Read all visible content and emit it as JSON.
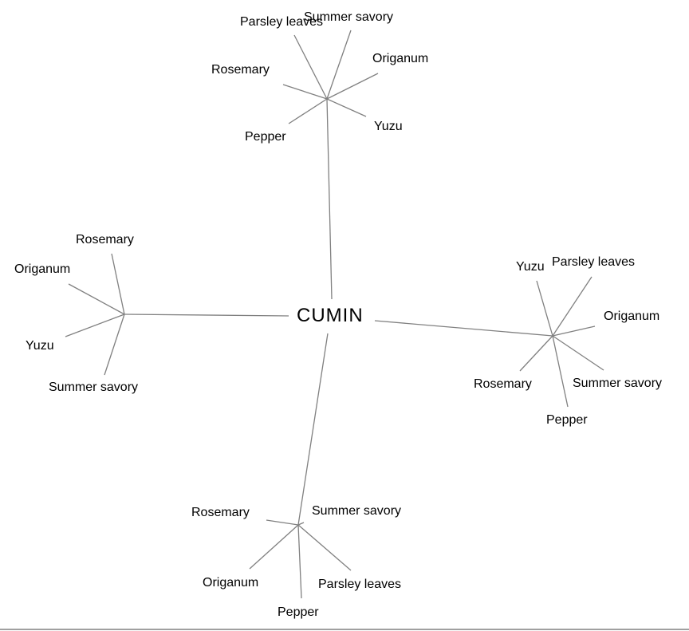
{
  "center": {
    "label": "CUMIN"
  },
  "clusters": [
    {
      "name": "top",
      "items": [
        "Parsley leaves",
        "Summer savory",
        "Origanum",
        "Rosemary",
        "Yuzu",
        "Pepper"
      ]
    },
    {
      "name": "left",
      "items": [
        "Rosemary",
        "Origanum",
        "Yuzu",
        "Summer savory"
      ]
    },
    {
      "name": "right",
      "items": [
        "Yuzu",
        "Parsley leaves",
        "Origanum",
        "Rosemary",
        "Summer savory",
        "Pepper"
      ]
    },
    {
      "name": "bottom",
      "items": [
        "Rosemary",
        "Summer savory",
        "Origanum",
        "Parsley leaves",
        "Pepper"
      ]
    }
  ],
  "colors": {
    "edge": "#808080",
    "text": "#000000"
  }
}
